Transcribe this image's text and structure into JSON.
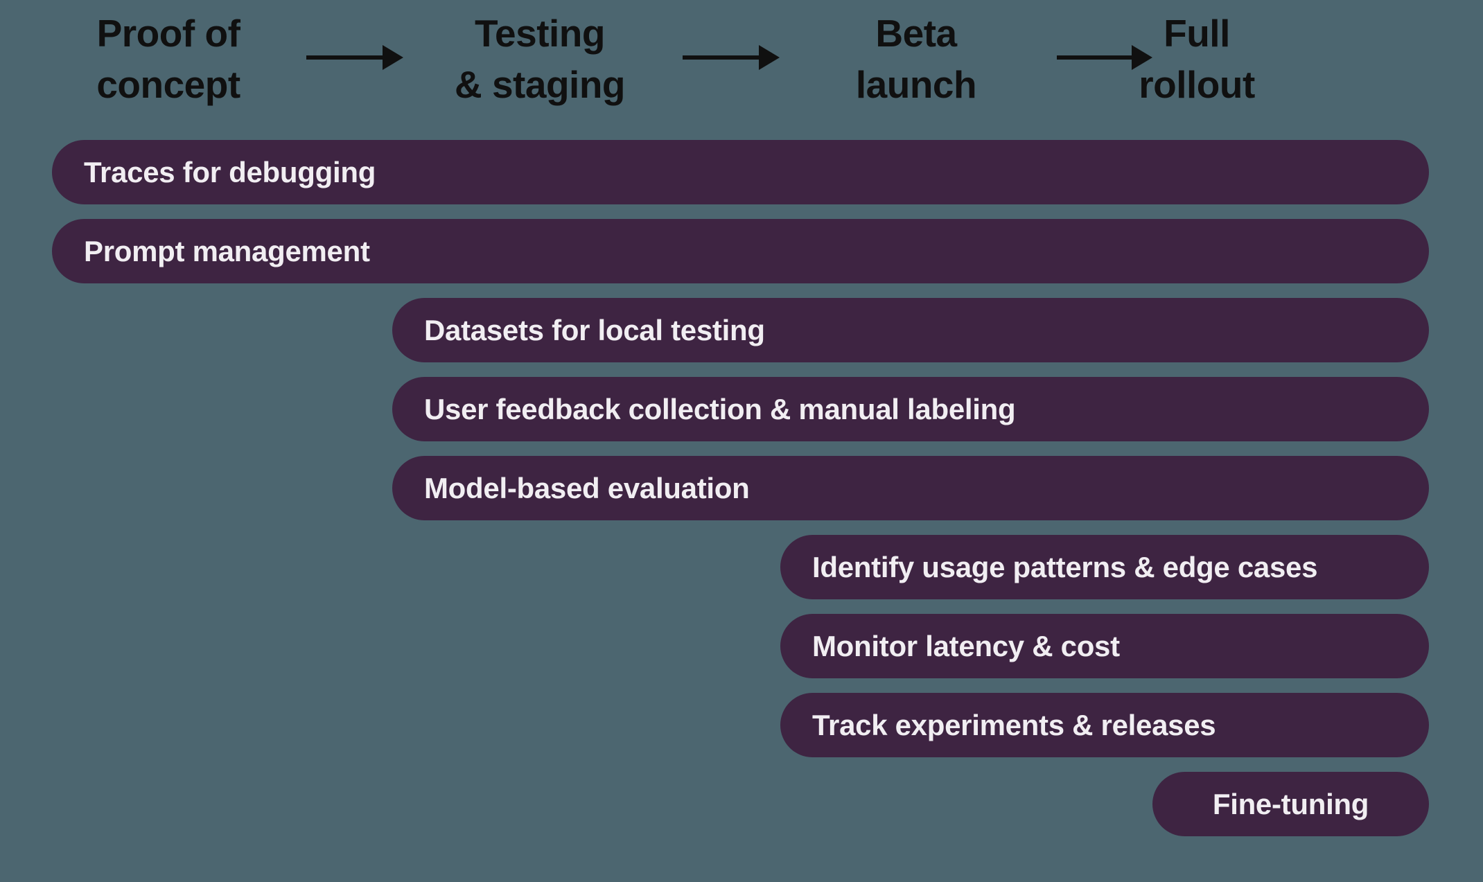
{
  "colors": {
    "background": "#4C6670",
    "bar_fill": "#3E2442",
    "bar_text": "#F1EEF2",
    "header_text": "#101010",
    "arrow": "#101010"
  },
  "phases": [
    {
      "label": "Proof of\nconcept"
    },
    {
      "label": "Testing\n& staging"
    },
    {
      "label": "Beta\nlaunch"
    },
    {
      "label": "Full\nrollout"
    }
  ],
  "chart_data": {
    "type": "bar",
    "subtype": "gantt-roadmap",
    "title": "",
    "legend": false,
    "grid": false,
    "phases": [
      "Proof of concept",
      "Testing & staging",
      "Beta launch",
      "Full rollout"
    ],
    "rows": [
      {
        "label": "Traces for debugging",
        "span": [
          "Proof of concept",
          "Full rollout"
        ]
      },
      {
        "label": "Prompt management",
        "span": [
          "Proof of concept",
          "Full rollout"
        ]
      },
      {
        "label": "Datasets for local testing",
        "span": [
          "Testing & staging",
          "Full rollout"
        ]
      },
      {
        "label": "User feedback collection & manual labeling",
        "span": [
          "Testing & staging",
          "Full rollout"
        ]
      },
      {
        "label": "Model-based evaluation",
        "span": [
          "Testing & staging",
          "Full rollout"
        ]
      },
      {
        "label": "Identify usage patterns & edge cases",
        "span": [
          "Beta launch",
          "Full rollout"
        ]
      },
      {
        "label": "Monitor latency & cost",
        "span": [
          "Beta launch",
          "Full rollout"
        ]
      },
      {
        "label": "Track experiments & releases",
        "span": [
          "Beta launch",
          "Full rollout"
        ]
      },
      {
        "label": "Fine-tuning",
        "span": [
          "Full rollout",
          "Full rollout"
        ]
      }
    ]
  }
}
